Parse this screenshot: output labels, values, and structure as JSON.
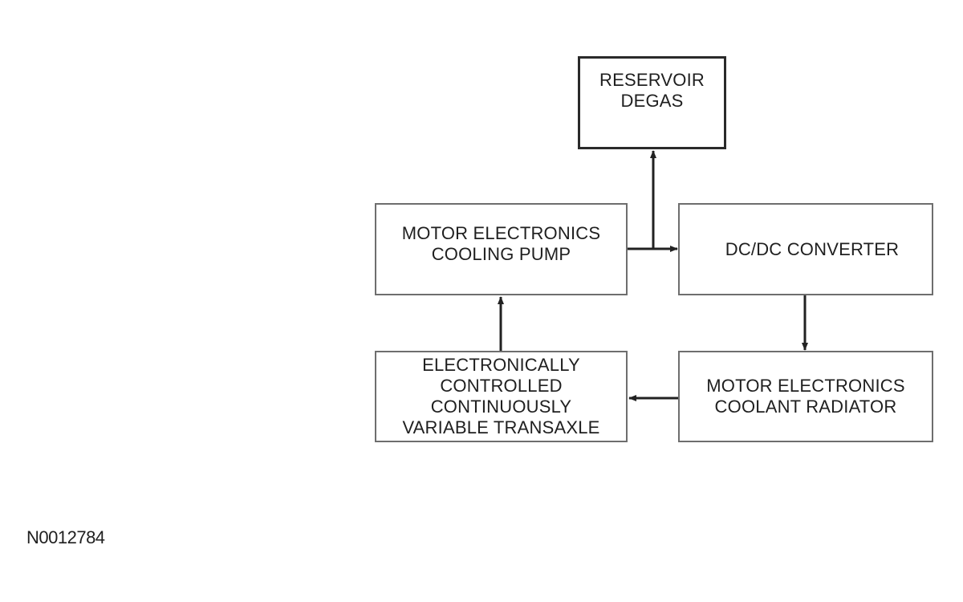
{
  "diagram": {
    "boxes": {
      "reservoir": [
        "RESERVOIR",
        "DEGAS"
      ],
      "pump": [
        "MOTOR ELECTRONICS",
        "COOLING PUMP"
      ],
      "dcdc": [
        "DC/DC CONVERTER"
      ],
      "ecvt": [
        "ELECTRONICALLY",
        "CONTROLLED",
        "CONTINUOUSLY",
        "VARIABLE TRANSAXLE"
      ],
      "radiator": [
        "MOTOR ELECTRONICS",
        "COOLANT RADIATOR"
      ]
    },
    "flows": [
      {
        "from": "pump",
        "to": "dcdc"
      },
      {
        "from": "pump",
        "to": "reservoir"
      },
      {
        "from": "dcdc",
        "to": "radiator"
      },
      {
        "from": "radiator",
        "to": "ecvt"
      },
      {
        "from": "ecvt",
        "to": "pump"
      }
    ]
  },
  "figure_id": "N0012784"
}
